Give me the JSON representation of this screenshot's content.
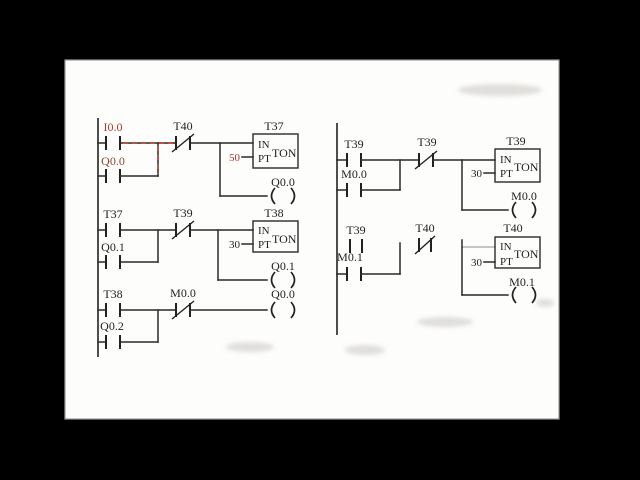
{
  "window": {
    "kind": "video-frame-of-scanned-ladder-diagram",
    "backdrop_color": "#000000",
    "paper_color": "#fdfdfc"
  },
  "colors": {
    "ink": "#2a2a28",
    "annotation_red": "#c2402e",
    "label_dark_red": "#8a4434"
  },
  "timer_ports": {
    "input": "IN",
    "type": "TON",
    "preset": "PT"
  },
  "left_network": {
    "rung1": {
      "contact_a": "I0.0",
      "contact_b": "T40",
      "parallel_contact": "Q0.0",
      "timer": {
        "name": "T37",
        "preset_value": "50"
      },
      "coil": "Q0.0"
    },
    "rung2": {
      "contact_a": "T37",
      "contact_b": "T39",
      "parallel_contact": "Q0.1",
      "timer": {
        "name": "T38",
        "preset_value": "30"
      },
      "coil": "Q0.1"
    },
    "rung3": {
      "contact_a": "T38",
      "contact_b": "M0.0",
      "parallel_contact": "Q0.2",
      "coil": "Q0.0"
    }
  },
  "right_network": {
    "rung1": {
      "contact_a": "T39",
      "contact_b": "T39",
      "parallel_contact": "M0.0",
      "timer": {
        "name": "T39",
        "preset_value": "30"
      },
      "coil": "M0.0"
    },
    "rung2": {
      "contact_a": "T39",
      "contact_b": "T40",
      "parallel_contact": "M0.1",
      "timer": {
        "name": "T40",
        "preset_value": "30"
      },
      "coil": "M0.1"
    }
  }
}
